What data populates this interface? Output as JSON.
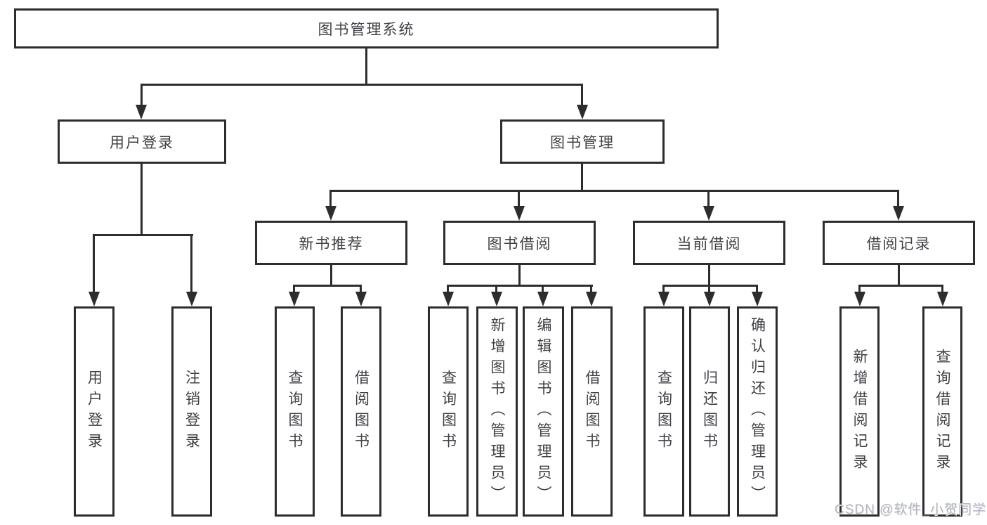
{
  "tree": {
    "root": "图书管理系统",
    "branches": [
      {
        "label": "用户登录",
        "children": [
          "用户登录",
          "注销登录"
        ]
      },
      {
        "label": "图书管理",
        "groups": [
          {
            "label": "新书推荐",
            "children": [
              "查询图书",
              "借阅图书"
            ]
          },
          {
            "label": "图书借阅",
            "children": [
              "查询图书",
              "新增图书（管理员）",
              "编辑图书（管理员）",
              "借阅图书"
            ]
          },
          {
            "label": "当前借阅",
            "children": [
              "查询图书",
              "归还图书",
              "确认归还（管理员）"
            ]
          },
          {
            "label": "借阅记录",
            "children": [
              "新增借阅记录",
              "查询借阅记录"
            ]
          }
        ]
      }
    ]
  },
  "watermark": "CSDN @软件_小贺同学",
  "colors": {
    "line": "#2d2d2d",
    "text": "#3f4146",
    "background": "#ffffff",
    "watermark": "#b2b6bd"
  }
}
